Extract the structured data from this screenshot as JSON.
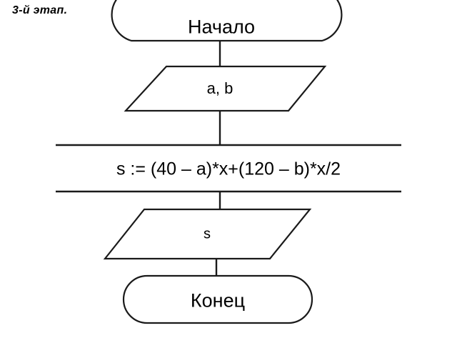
{
  "page": {
    "title_text": "3-й этап.",
    "background_color": "#ffffff",
    "stroke_color": "#1a1a1a",
    "text_color": "#000000"
  },
  "flowchart": {
    "nodes": [
      {
        "id": "start",
        "shape": "terminator",
        "label": "Начало",
        "role": "start"
      },
      {
        "id": "input",
        "shape": "parallelogram",
        "label": "a, b",
        "role": "input"
      },
      {
        "id": "process",
        "shape": "rectangle",
        "label": "s := (40 – a)*x+(120 – b)*x/2",
        "role": "process"
      },
      {
        "id": "output",
        "shape": "parallelogram",
        "label": "s",
        "role": "output"
      },
      {
        "id": "end",
        "shape": "terminator",
        "label": "Конец",
        "role": "end"
      }
    ],
    "connectors": [
      {
        "from": "start",
        "to": "input"
      },
      {
        "from": "input",
        "to": "process"
      },
      {
        "from": "process",
        "to": "output"
      },
      {
        "from": "output",
        "to": "end"
      }
    ]
  }
}
